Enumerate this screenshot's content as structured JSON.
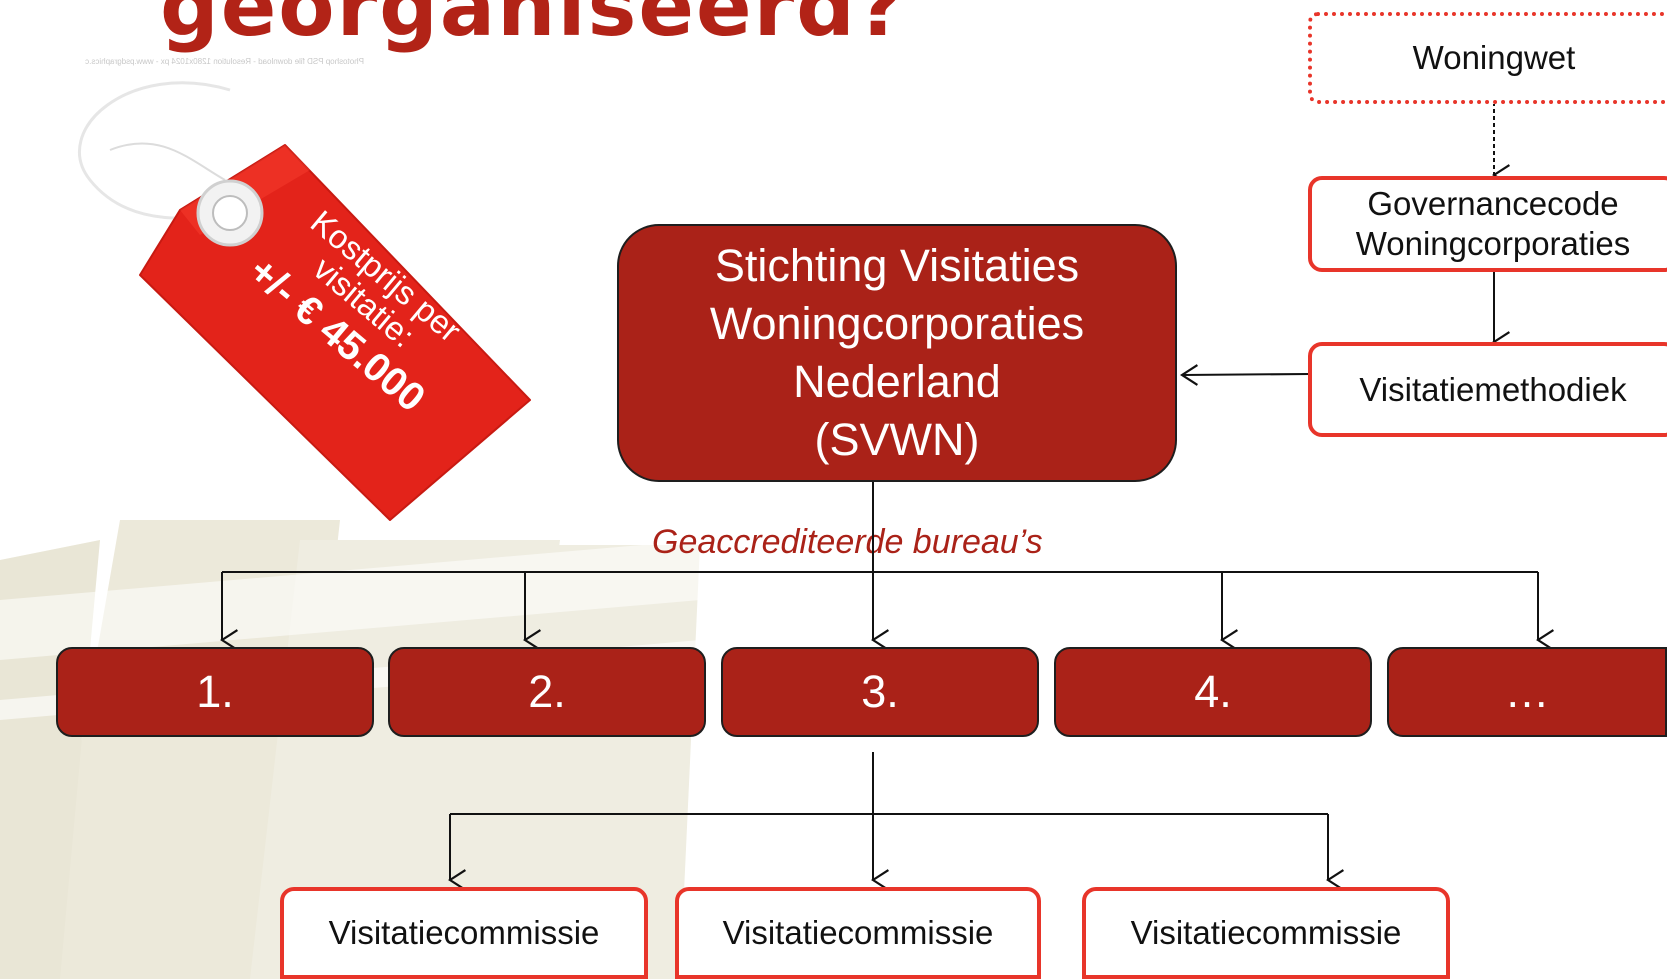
{
  "title": "georganiseerd?",
  "watermark": "Photoshop PSD file download - Resolution 1280x1024 px - www.psdgraphics.c",
  "price_tag": {
    "line1": "Kostprijs per",
    "line2": "visitatie:",
    "price": "+/- € 45.000"
  },
  "main_box": {
    "lines": [
      "Stichting Visitaties",
      "Woningcorporaties",
      "Nederland",
      "(SVWN)"
    ]
  },
  "right_chain": {
    "woningwet": "Woningwet",
    "governance_line1": "Governancecode",
    "governance_line2": "Woningcorporaties",
    "methodiek": "Visitatiemethodiek"
  },
  "bureaus_label": "Geaccrediteerde bureau’s",
  "bureaus": [
    "1.",
    "2.",
    "3.",
    "4.",
    "…"
  ],
  "commissies": [
    "Visitatiecommissie",
    "Visitatiecommissie",
    "Visitatiecommissie"
  ],
  "colors": {
    "dark_red": "#aa2218",
    "bright_red": "#e8352a",
    "title_red": "#b22317",
    "tag_red": "#e3231a",
    "background_stripes": "#ece9da"
  }
}
